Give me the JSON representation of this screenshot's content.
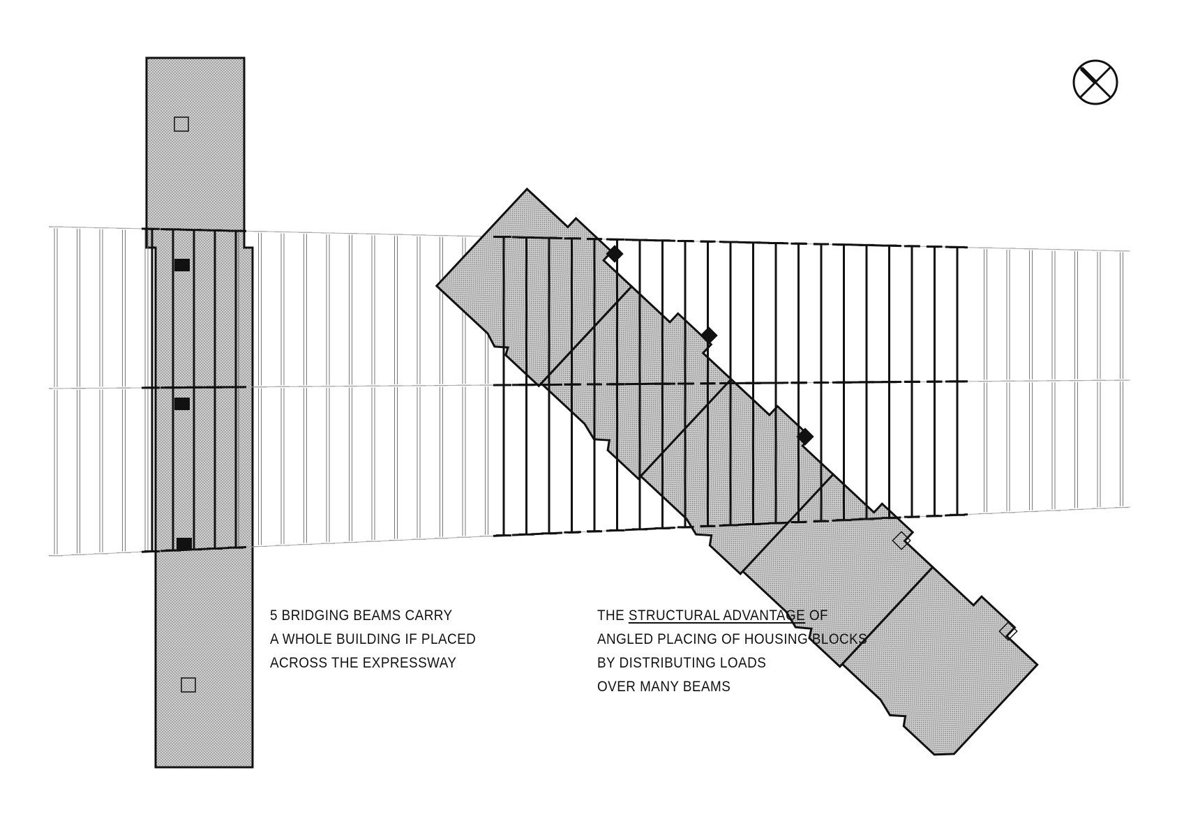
{
  "annotations": {
    "left": {
      "lines": [
        "5 BRIDGING BEAMS CARRY",
        "A WHOLE BUILDING IF PLACED",
        "ACROSS THE EXPRESSWAY"
      ]
    },
    "right": {
      "line1_prefix": "THE",
      "line1_emphasis": "STRUCTURAL ADVANTAGE",
      "line1_suffix": "OF",
      "lines": [
        "ANGLED PLACING OF HOUSING BLOCKS",
        "BY DISTRIBUTING LOADS",
        "OVER MANY BEAMS"
      ]
    }
  },
  "symbols": {
    "orientation_mark": "circle-cross-icon"
  },
  "colors": {
    "ink": "#111111",
    "tone": "#c9c9c9",
    "paper": "#ffffff",
    "faint_beam": "#8a8a8a"
  }
}
